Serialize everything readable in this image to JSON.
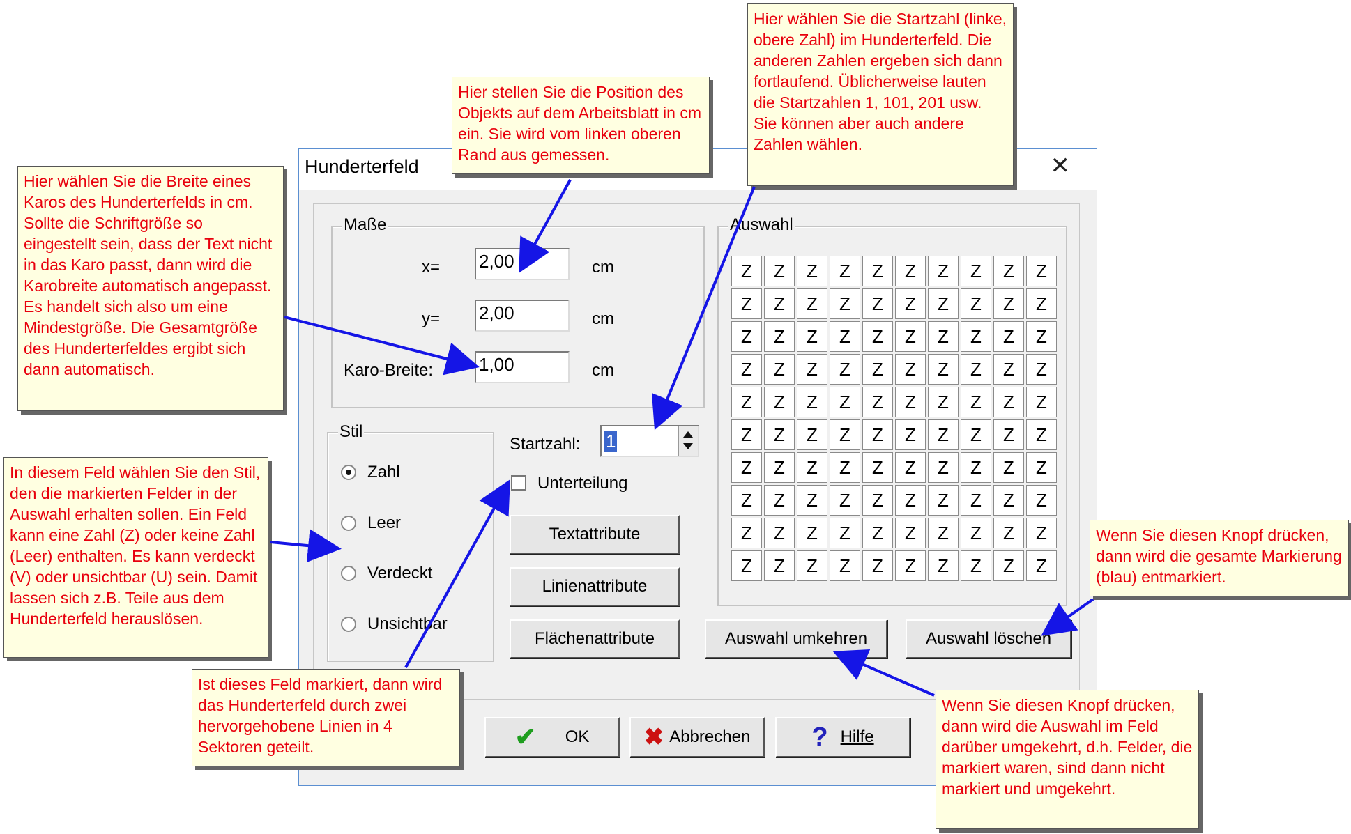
{
  "dialog": {
    "title": "Hunderterfeld",
    "close_symbol": "✕"
  },
  "masse": {
    "legend": "Maße",
    "x_label": "x=",
    "x_value": "2,00",
    "y_label": "y=",
    "y_value": "2,00",
    "karo_label": "Karo-Breite:",
    "karo_value": "1,00",
    "unit": "cm"
  },
  "stil": {
    "legend": "Stil",
    "options": [
      "Zahl",
      "Leer",
      "Verdeckt",
      "Unsichtbar"
    ],
    "selected": "Zahl"
  },
  "startzahl": {
    "label": "Startzahl:",
    "value": "1"
  },
  "unterteilung": {
    "label": "Unterteilung",
    "checked": false
  },
  "buttons": {
    "text_attr": "Textattribute",
    "line_attr": "Linienattribute",
    "area_attr": "Flächenattribute",
    "invert": "Auswahl umkehren",
    "clear": "Auswahl löschen",
    "ok": "OK",
    "cancel": "Abbrechen",
    "help": "Hilfe"
  },
  "auswahl": {
    "legend": "Auswahl",
    "rows": 10,
    "cols": 10,
    "cell_text": "Z"
  },
  "callouts": {
    "position": "Hier stellen Sie die Position des Objekts auf dem Arbeitsblatt in cm ein. Sie wird vom linken oberen Rand aus gemessen.",
    "startzahl": "Hier wählen Sie die Startzahl (linke, obere Zahl) im Hunderterfeld. Die anderen Zahlen ergeben sich dann fortlaufend. Üblicherweise lauten die Startzahlen 1, 101, 201 usw. Sie können aber auch andere Zahlen wählen.",
    "karo": "Hier wählen Sie die Breite eines Karos des Hunderterfelds in cm. Sollte die Schriftgröße so eingestellt sein, dass der Text nicht in das Karo passt, dann wird die Karobreite automatisch angepasst. Es handelt sich also um eine Mindestgröße. Die Gesamtgröße des Hunderterfeldes ergibt sich dann automatisch.",
    "stil": "In diesem Feld wählen Sie den Stil, den die markierten Felder in der Auswahl erhalten sollen. Ein Feld kann eine Zahl (Z) oder keine Zahl (Leer) enthalten. Es kann verdeckt (V) oder unsichtbar (U) sein. Damit lassen sich z.B. Teile aus dem Hunderterfeld herauslösen.",
    "unterteilung": "Ist dieses Feld markiert, dann wird das Hunderterfeld durch zwei hervorgehobene Linien in 4 Sektoren geteilt.",
    "loeschen": "Wenn Sie diesen Knopf drücken, dann wird die gesamte Markierung (blau) entmarkiert.",
    "umkehren": "Wenn Sie diesen Knopf drücken, dann wird die Auswahl im Feld darüber umgekehrt, d.h. Felder, die markiert waren, sind dann nicht markiert und umgekehrt."
  },
  "colors": {
    "callout_text": "#e8000d",
    "callout_bg": "#ffffe1",
    "arrow": "#1515e6",
    "ok_check": "#1f9e1f",
    "cancel_x": "#cc1111",
    "help_q": "#2222bb"
  }
}
